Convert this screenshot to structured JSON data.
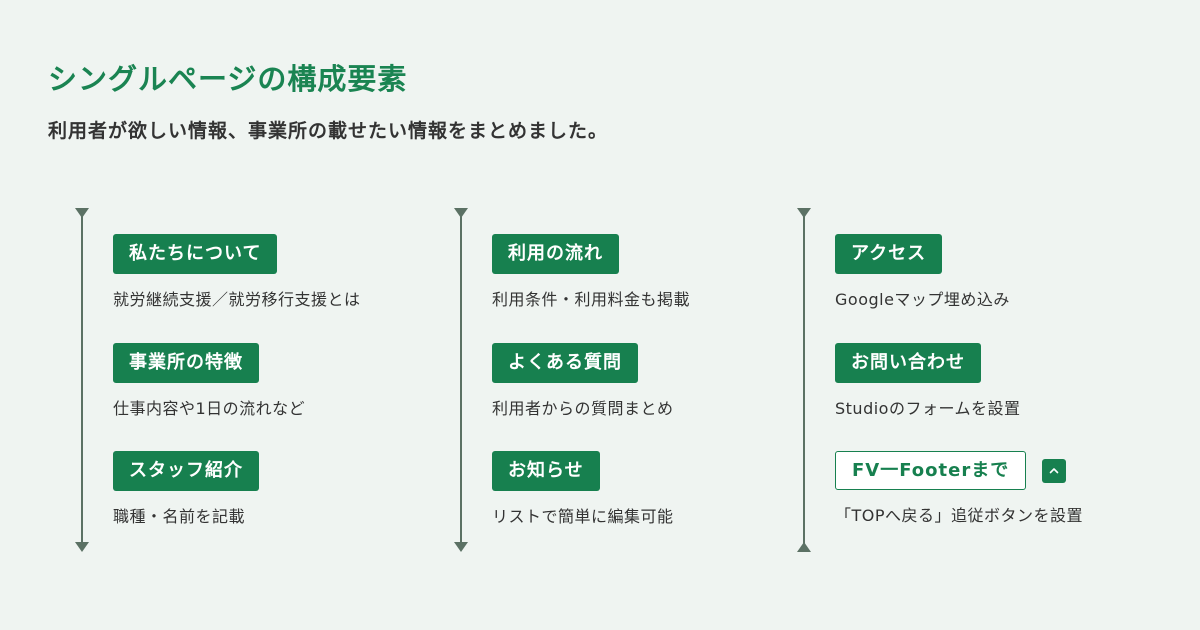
{
  "header": {
    "title": "シングルページの構成要素",
    "subtitle": "利用者が欲しい情報、事業所の載せたい情報をまとめました。"
  },
  "columns": [
    {
      "items": [
        {
          "label": "私たちについて",
          "desc": "就労継続支援／就労移行支援とは"
        },
        {
          "label": "事業所の特徴",
          "desc": "仕事内容や1日の流れなど"
        },
        {
          "label": "スタッフ紹介",
          "desc": "職種・名前を記載"
        }
      ]
    },
    {
      "items": [
        {
          "label": "利用の流れ",
          "desc": "利用条件・利用料金も掲載"
        },
        {
          "label": "よくある質問",
          "desc": "利用者からの質問まとめ"
        },
        {
          "label": "お知らせ",
          "desc": "リストで簡単に編集可能"
        }
      ]
    },
    {
      "items": [
        {
          "label": "アクセス",
          "desc": "Googleマップ埋め込み"
        },
        {
          "label": "お問い合わせ",
          "desc": "Studioのフォームを設置"
        },
        {
          "label": "FV一Footerまで",
          "desc": "「TOPへ戻る」追従ボタンを設置"
        }
      ]
    }
  ],
  "top_button_icon": "chevron-up-icon",
  "colors": {
    "accent": "#17804f",
    "title": "#1a8452",
    "background": "#eff4f1",
    "line": "#5b7164"
  }
}
